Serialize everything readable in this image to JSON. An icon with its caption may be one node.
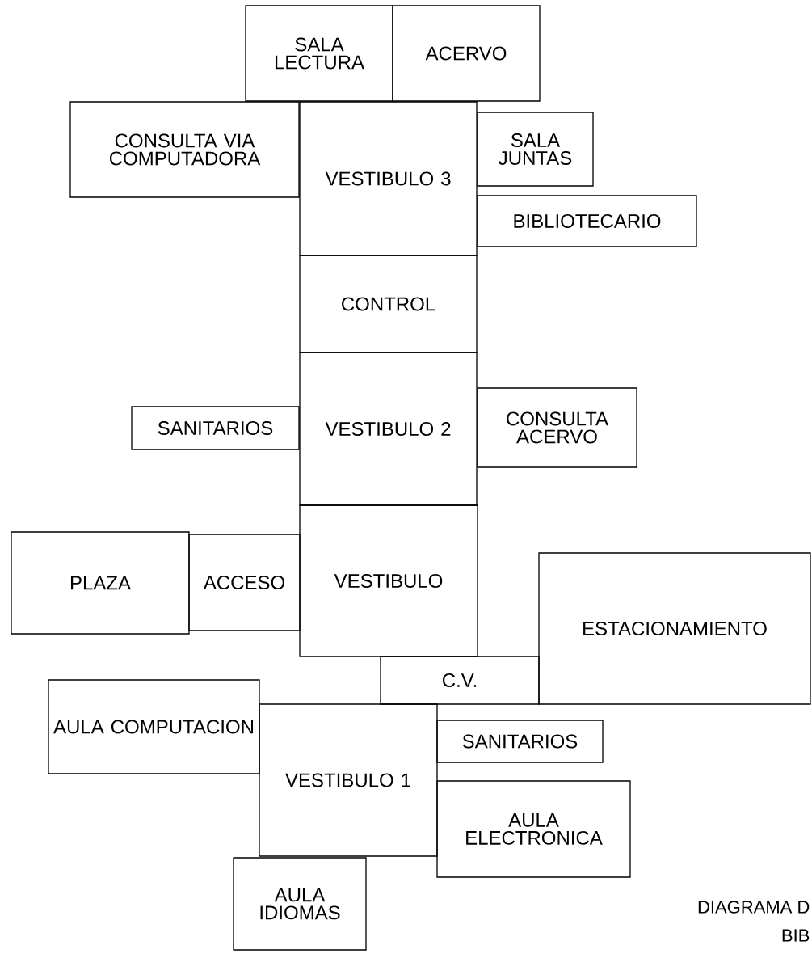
{
  "diagram": {
    "nodes": [
      {
        "text": [
          "SALA LECTURA"
        ]
      },
      {
        "text": [
          "ACERVO"
        ]
      },
      {
        "text": [
          "CONSULTA VIA COMPUTADORA"
        ]
      },
      {
        "text": [
          "VESTIBULO 3"
        ]
      },
      {
        "text": [
          "SALA JUNTAS"
        ]
      },
      {
        "text": [
          "BIBLIOTECARIO"
        ]
      },
      {
        "text": [
          "CONTROL"
        ]
      },
      {
        "text": [
          "SANITARIOS"
        ]
      },
      {
        "text": [
          "VESTIBULO 2"
        ]
      },
      {
        "text": [
          "CONSULTA ACERVO"
        ]
      },
      {
        "text": [
          "PLAZA"
        ]
      },
      {
        "text": [
          "ACCESO"
        ]
      },
      {
        "text": [
          "VESTIBULO"
        ]
      },
      {
        "text": [
          "ESTACIONAMIENTO"
        ]
      },
      {
        "text": [
          "C.V."
        ]
      },
      {
        "text": [
          "AULA COMPUTACION"
        ]
      },
      {
        "text": [
          "VESTIBULO 1"
        ]
      },
      {
        "text": [
          "SANITARIOS"
        ]
      },
      {
        "text": [
          "AULA ELECTRONICA"
        ]
      },
      {
        "text": [
          "AULA IDIOMAS"
        ]
      }
    ],
    "labels": [
      "DIAGRAMA D",
      "BIB"
    ]
  }
}
